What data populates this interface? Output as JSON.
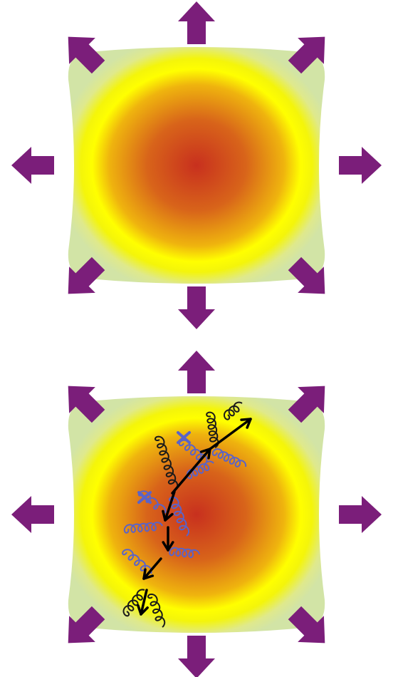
{
  "colors": {
    "arrow": "#7b1e7a",
    "fireball_center": "#c8301e",
    "fireball_mid": "#e07a10",
    "fireball_ring": "#ffff00",
    "fireball_edge": "#d9e8a8",
    "gluon_black": "#1a1a1a",
    "gluon_blue": "#5a63c8",
    "parton_arrow": "#000000"
  },
  "panels": [
    {
      "id": "expanding-medium",
      "outward_arrows": [
        "up",
        "up-right",
        "right",
        "down-right",
        "down",
        "down-left",
        "left",
        "up-left"
      ],
      "jet": false
    },
    {
      "id": "expanding-medium-with-jet",
      "outward_arrows": [
        "up",
        "up-right",
        "right",
        "down-right",
        "down",
        "down-left",
        "left",
        "up-left"
      ],
      "jet": true
    }
  ],
  "icons": {
    "outward_arrow": "outward-arrow-icon",
    "gluon": "gluon-spring-icon",
    "parton": "parton-arrow-icon",
    "cross": "cross-mark-icon"
  }
}
